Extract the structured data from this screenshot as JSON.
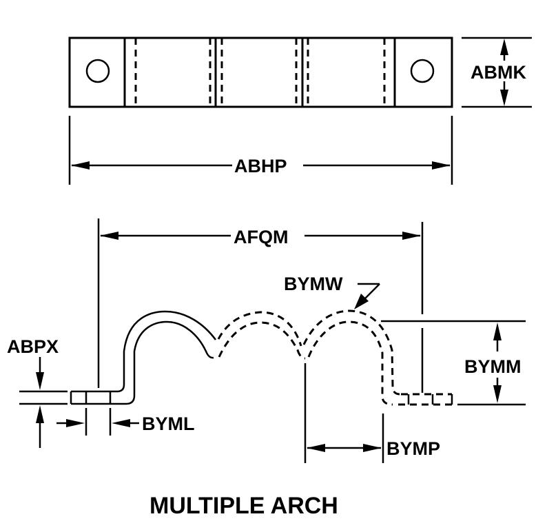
{
  "diagram": {
    "title": "MULTIPLE ARCH",
    "top_view": {
      "dimensions": {
        "length_label": "ABHP",
        "height_label": "ABMK"
      },
      "mounting_holes": 2,
      "arch_count": 3
    },
    "side_view": {
      "dimensions": {
        "hole_center_span_label": "AFQM",
        "arch_thickness_label": "BYMW",
        "arch_height_label": "BYMM",
        "material_thickness_label": "ABPX",
        "hole_width_label": "BYML",
        "arch_pitch_label": "BYMP"
      }
    },
    "colors": {
      "line": "#000000",
      "background": "#ffffff"
    }
  }
}
